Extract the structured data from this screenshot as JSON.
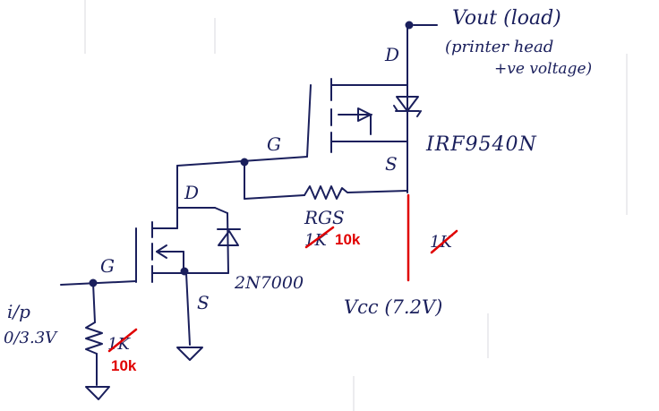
{
  "labels": {
    "vout": "Vout (load)",
    "printer_head": "(printer head",
    "fve_voltage": "+ve voltage)",
    "mosfet_p": "IRF9540N",
    "mosfet_n": "2N7000",
    "gate": "G",
    "drain": "D",
    "source": "S",
    "rgs": "RGS",
    "input_label": "i/p",
    "input_range": "0/3.3V",
    "vcc": "Vcc (7.2V)",
    "resistor_old_1k": "1K",
    "resistor_new_rgs": "10k",
    "resistor_new_pulldown": "10k"
  },
  "colors": {
    "ink": "#1a1f5c",
    "correction": "#e00000",
    "background": "#ffffff"
  }
}
